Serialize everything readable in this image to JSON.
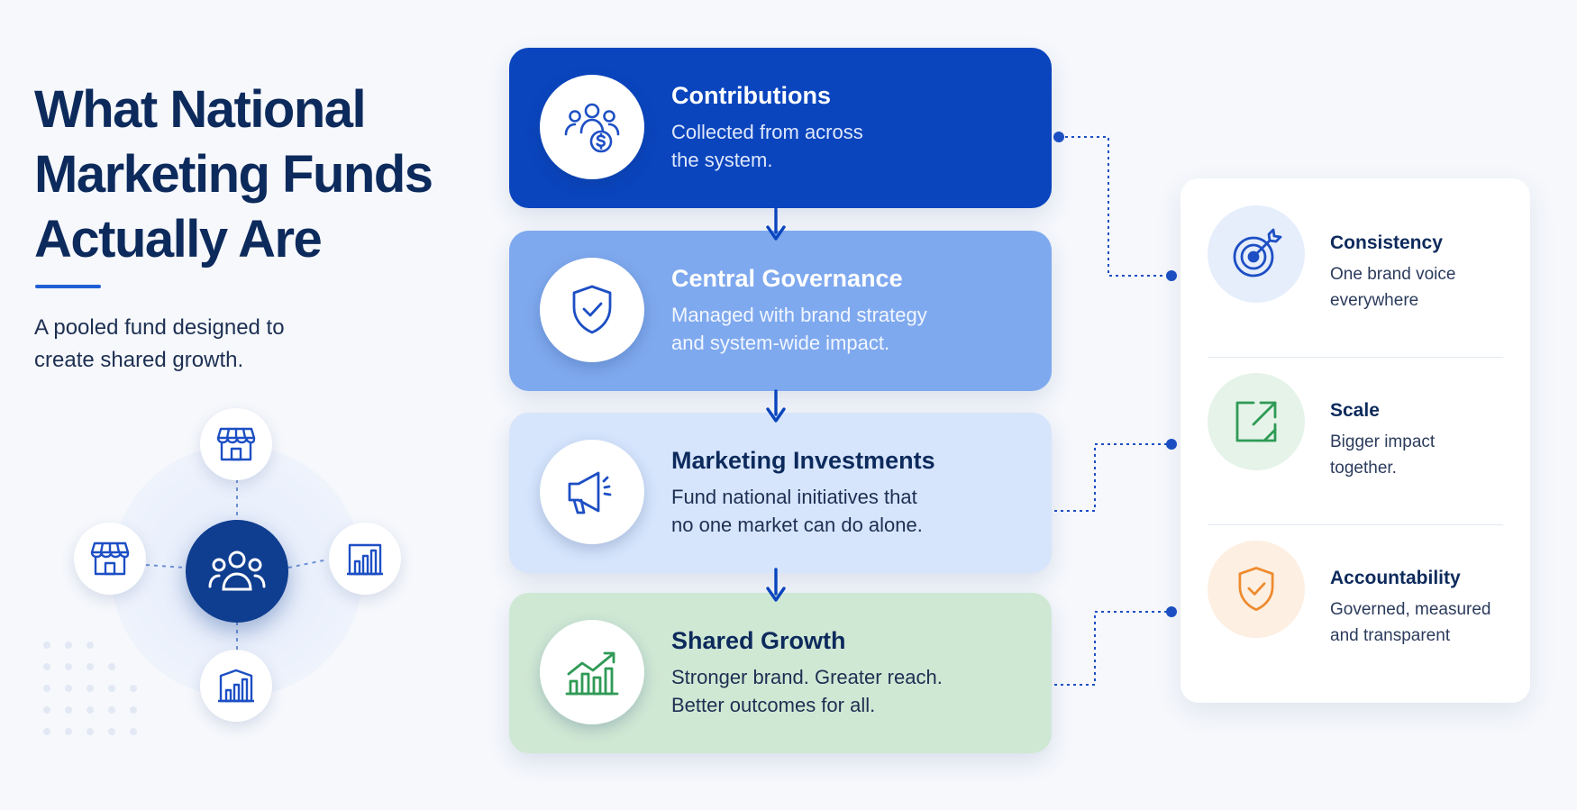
{
  "intro": {
    "title_lines": [
      "What National",
      "Marketing Funds",
      "Actually Are"
    ],
    "subtitle_lines": [
      "A pooled fund designed to",
      "create shared growth."
    ]
  },
  "hub": {
    "center_icon": "people-group-icon",
    "satellite_icons": [
      "storefront-icon",
      "storefront-icon",
      "building-chart-icon",
      "building-chart-icon"
    ]
  },
  "stages": [
    {
      "title": "Contributions",
      "desc_lines": [
        "Collected from across",
        "the system."
      ],
      "icon": "people-dollar-icon",
      "color": "#0a45be"
    },
    {
      "title": "Central Governance",
      "desc_lines": [
        "Managed with brand strategy",
        "and system-wide impact."
      ],
      "icon": "shield-check-icon",
      "color": "#7fa9ee"
    },
    {
      "title": "Marketing Investments",
      "desc_lines": [
        "Fund national initiatives that",
        "no one market can do alone."
      ],
      "icon": "megaphone-icon",
      "color": "#d6e5fc"
    },
    {
      "title": "Shared Growth",
      "desc_lines": [
        "Stronger brand. Greater reach.",
        "Better outcomes for all."
      ],
      "icon": "growth-chart-icon",
      "color": "#cfe8d4"
    }
  ],
  "benefits": [
    {
      "title": "Consistency",
      "desc_lines": [
        "One brand voice",
        "everywhere"
      ],
      "icon": "target-icon",
      "color": "#1d4fc4"
    },
    {
      "title": "Scale",
      "desc_lines": [
        "Bigger impact",
        "together."
      ],
      "icon": "expand-arrow-icon",
      "color": "#2f9a55"
    },
    {
      "title": "Accountability",
      "desc_lines": [
        "Governed, measured",
        "and transparent"
      ],
      "icon": "shield-check-icon",
      "color": "#ee8a2e"
    }
  ]
}
